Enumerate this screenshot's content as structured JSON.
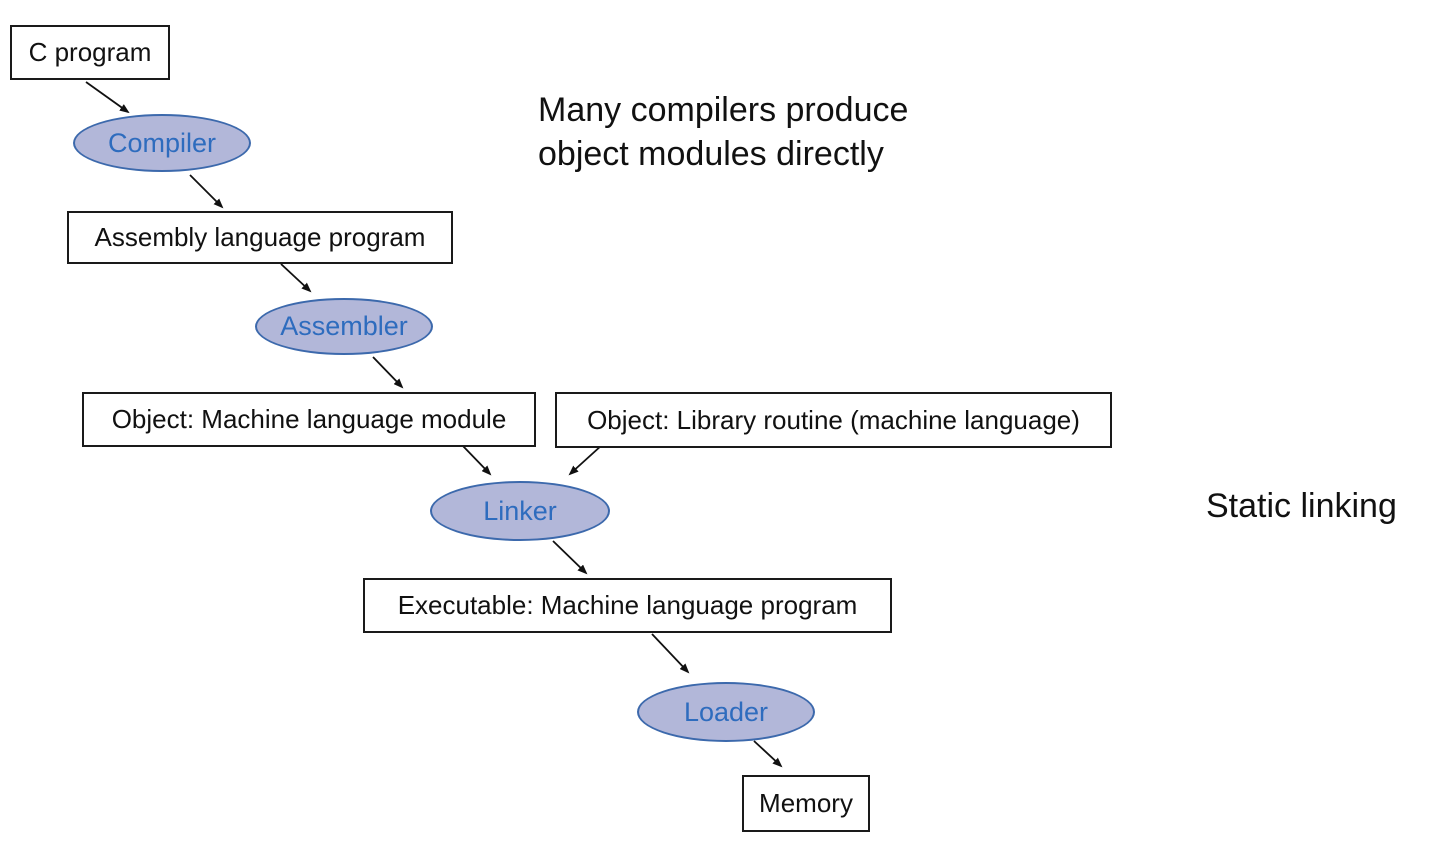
{
  "diagram": {
    "title": "C program compilation and static linking flow",
    "boxes": {
      "c_program": "C program",
      "assembly": "Assembly language program",
      "object_module": "Object: Machine language module",
      "object_library": "Object: Library routine (machine language)",
      "executable": "Executable: Machine language program",
      "memory": "Memory"
    },
    "ellipses": {
      "compiler": "Compiler",
      "assembler": "Assembler",
      "linker": "Linker",
      "loader": "Loader"
    },
    "annotations": {
      "many_compilers_line1": "Many compilers produce",
      "many_compilers_line2": "object modules directly",
      "static_linking": "Static linking"
    },
    "colors": {
      "background": "#ffffff",
      "box_fill": "#ffffff",
      "box_border": "#1a1a1a",
      "box_text": "#111111",
      "ellipse_fill": "#b2b7d9",
      "ellipse_border": "#3c69ac",
      "ellipse_text": "#2e6cbe",
      "arrow": "#111111",
      "annotation_text": "#111111"
    }
  }
}
